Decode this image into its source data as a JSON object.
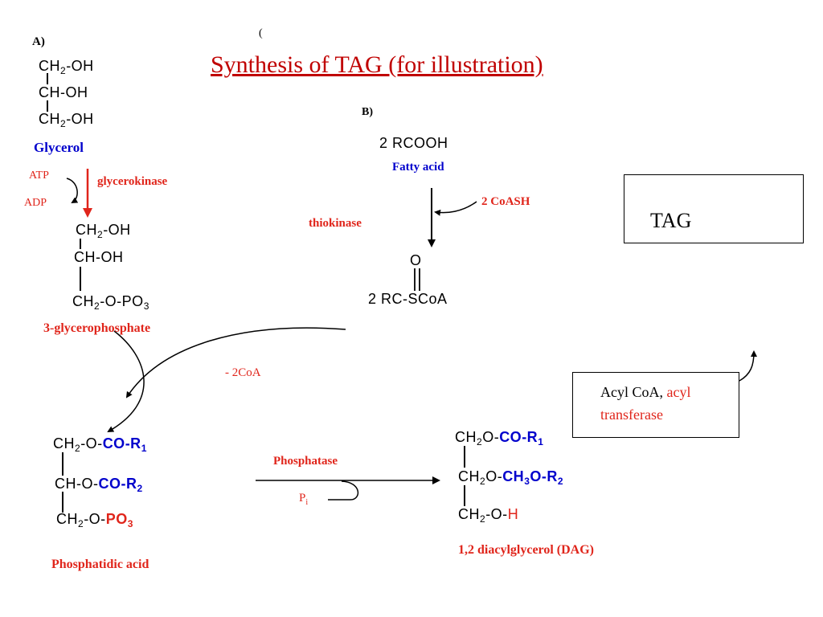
{
  "title": "Synthesis of TAG (for illustration)",
  "stray_mark": "(",
  "section_a": {
    "label": "A)",
    "glycerol": {
      "line1_pre": "CH",
      "line1_sub": "2",
      "line1_post": "-OH",
      "line2": "CH-OH",
      "line3_pre": "CH",
      "line3_sub": "2",
      "line3_post": "-OH",
      "name": "Glycerol"
    },
    "atp": "ATP",
    "adp": "ADP",
    "enzyme": "glycerokinase",
    "g3p": {
      "line1_pre": "CH",
      "line1_sub": "2",
      "line1_post": "-OH",
      "line2": "CH-OH",
      "line3_pre": "CH",
      "line3_sub": "2",
      "line3_mid": "-O-PO",
      "line3_sub2": "3",
      "name": "3-glycerophosphate"
    }
  },
  "section_b": {
    "label": "B)",
    "reactant": "2 RCOOH",
    "reactant_name": "Fatty acid",
    "cosubstrate": "2 CoASH",
    "enzyme": "thiokinase",
    "carbonyl_o": "O",
    "product": "2 RC-SCoA"
  },
  "minus_coa": "- 2CoA",
  "phosphatidic_acid": {
    "row1_pre": "CH",
    "row1_sub": "2",
    "row1_mid": "-O-",
    "row1_group": "CO-R",
    "row1_gsub": "1",
    "row2_mid": "CH-O-",
    "row2_group": "CO-R",
    "row2_gsub": "2",
    "row3_pre": "CH",
    "row3_sub": "2",
    "row3_mid": "-O-",
    "row3_group": "PO",
    "row3_gsub": "3",
    "name": "Phosphatidic acid"
  },
  "phosphatase": "Phosphatase",
  "pi": "P",
  "pi_sub": "i",
  "dag": {
    "row1_pre": "CH",
    "row1_sub": "2",
    "row1_mid": "O-",
    "row1_group": "CO-R",
    "row1_gsub": "1",
    "row2_pre": "CH",
    "row2_sub": "2",
    "row2_mid": "O-",
    "row2_group_a": "CH",
    "row2_gsub_a": "3",
    "row2_group_b": "O-R",
    "row2_gsub_b": "2",
    "row3_pre": "CH",
    "row3_sub": "2",
    "row3_mid": "-O-",
    "row3_h": "H",
    "name": "1,2 diacylglycerol (DAG)"
  },
  "enzyme_box": {
    "black": "Acyl CoA, ",
    "red1": "acyl",
    "red2": "transferase"
  },
  "tag_box": "TAG",
  "colors": {
    "title": "#c00000",
    "red": "#e0251b",
    "blue": "#0000cc"
  }
}
